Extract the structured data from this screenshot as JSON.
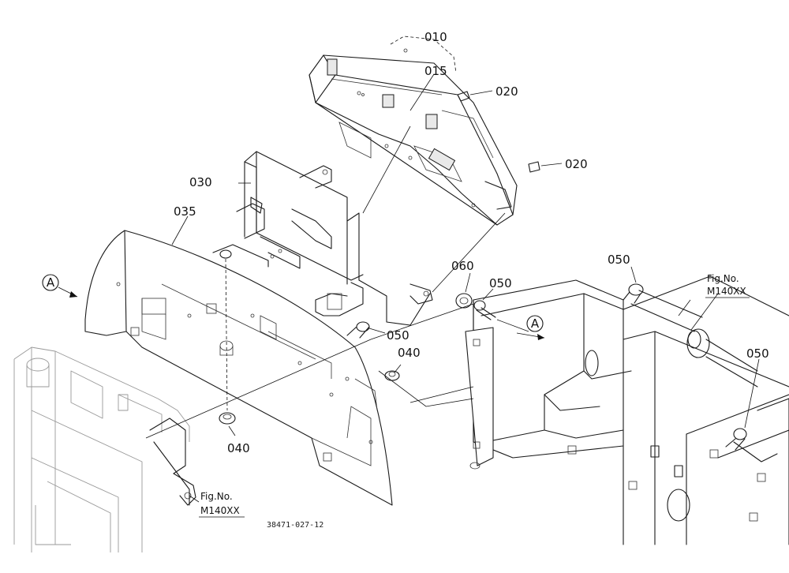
{
  "callouts": {
    "c010": "010",
    "c015": "015",
    "c020a": "020",
    "c020b": "020",
    "c030": "030",
    "c035": "035",
    "c040a": "040",
    "c040b": "040",
    "c050a": "050",
    "c050b": "050",
    "c050c": "050",
    "c050d": "050",
    "c060": "060"
  },
  "view_marker": {
    "left": "A",
    "right": "A"
  },
  "fig_ref_right": {
    "line1": "Fig.No.",
    "line2": "M140XX"
  },
  "fig_ref_left": {
    "line1": "Fig.No.",
    "line2": "M140XX"
  },
  "drawing_number": "38471-027-12"
}
